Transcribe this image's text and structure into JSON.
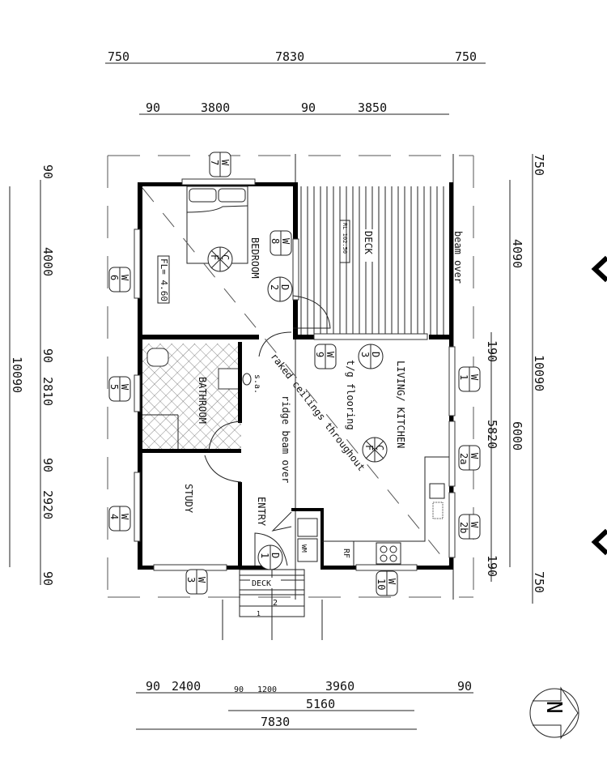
{
  "dimensions": {
    "top_outer": [
      "750",
      "7830",
      "750"
    ],
    "top_inner": [
      "90",
      "3800",
      "90",
      "3850"
    ],
    "left": [
      "90",
      "4000",
      "90",
      "2810",
      "90",
      "2920",
      "90"
    ],
    "left_total": "10090",
    "right_outer": [
      "750",
      "10090",
      "750"
    ],
    "right_mid": [
      "4090",
      "6000"
    ],
    "right_inner": [
      "190",
      "5820",
      "190"
    ],
    "bottom_row1": [
      "90",
      "2400",
      "90",
      "1200",
      "3960",
      "90"
    ],
    "bottom_row2": "5160",
    "bottom_row3": "7830"
  },
  "rooms": {
    "bedroom": "BEDROOM",
    "deck": "DECK",
    "bathroom": "BATHROOM",
    "study": "STUDY",
    "entry": "ENTRY",
    "living": "LIVING/ KITCHEN",
    "entry_deck": "DECK"
  },
  "notes": {
    "raked": "raked ceilings throughout",
    "ridge": "ridge beam over",
    "beam": "beam over",
    "flooring": "t/g flooring",
    "sa": "s.a.",
    "floor_level": "FL= 4.60",
    "deck_level": "RL 102.50",
    "fridge": "RF",
    "washer": "WM",
    "step2": "2",
    "step1": "1"
  },
  "tags": [
    {
      "type": "W",
      "num": "7"
    },
    {
      "type": "W",
      "num": "6"
    },
    {
      "type": "W",
      "num": "8"
    },
    {
      "type": "W",
      "num": "5"
    },
    {
      "type": "W",
      "num": "4"
    },
    {
      "type": "W",
      "num": "3"
    },
    {
      "type": "W",
      "num": "9"
    },
    {
      "type": "W",
      "num": "1"
    },
    {
      "type": "W",
      "num": "2a"
    },
    {
      "type": "W",
      "num": "2b"
    },
    {
      "type": "W",
      "num": "10"
    },
    {
      "type": "D",
      "num": "2"
    },
    {
      "type": "D",
      "num": "3"
    },
    {
      "type": "D",
      "num": "1"
    },
    {
      "type": "C",
      "num": "F"
    },
    {
      "type": "C",
      "num": "F"
    }
  ],
  "north": "N"
}
